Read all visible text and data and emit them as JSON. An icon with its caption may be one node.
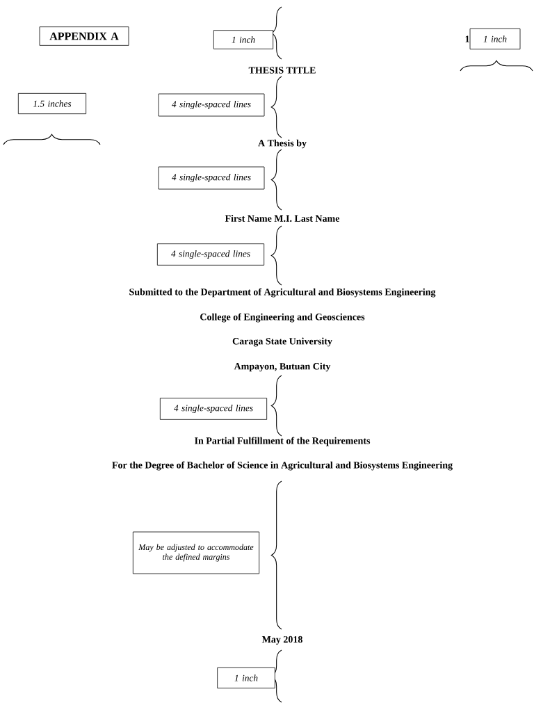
{
  "diagram": {
    "nodes": [
      {
        "text": [
          "APPENDIX A"
        ]
      },
      {
        "text": [
          "1 inch"
        ]
      },
      {
        "text": [
          "1 inch"
        ]
      },
      {
        "text": [
          "1.5 inches"
        ]
      },
      {
        "text": [
          "4 single-spaced lines"
        ]
      },
      {
        "text": [
          "4 single-spaced lines"
        ]
      },
      {
        "text": [
          "4 single-spaced lines"
        ]
      },
      {
        "text": [
          "4 single-spaced lines"
        ]
      },
      {
        "text": [
          "May be adjusted to accommodate the defined margins"
        ]
      },
      {
        "text": [
          "1 inch"
        ]
      }
    ],
    "labels": [
      "1",
      "THESIS TITLE",
      "A Thesis by",
      "First Name M.I. Last Name",
      "Submitted to the Department of Agricultural and Biosystems Engineering",
      "College of Engineering and Geosciences",
      "Caraga State University",
      "Ampayon, Butuan City",
      "In Partial Fulfillment of the Requirements",
      "For the Degree of Bachelor of Science in Agricultural and Biosystems Engineering",
      "May 2018"
    ]
  }
}
